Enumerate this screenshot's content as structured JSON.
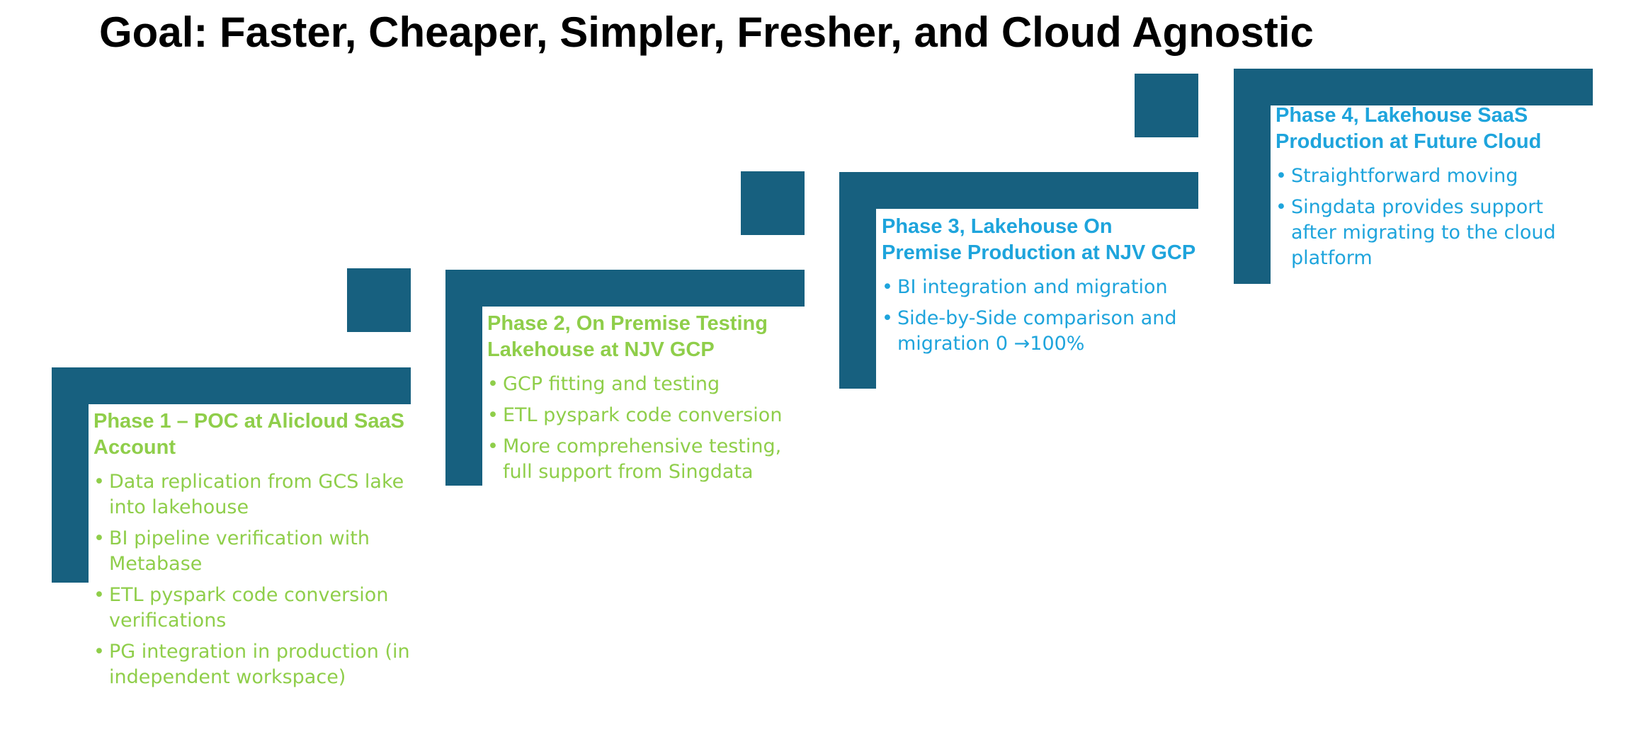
{
  "title": "Goal: Faster, Cheaper, Simpler, Fresher, and Cloud Agnostic",
  "colors": {
    "stair": "#17607f",
    "phase_green": "#8fce4a",
    "phase_blue": "#1ea4dc",
    "title": "#000000"
  },
  "bullet_glyph": "•",
  "phases": [
    {
      "title": "Phase 1 – POC at Alicloud SaaS Account",
      "bullets": [
        "Data replication from GCS lake into lakehouse",
        "BI pipeline verification with Metabase",
        "ETL pyspark code conversion verifications",
        "PG integration in production (in independent workspace)"
      ]
    },
    {
      "title": "Phase 2, On Premise Testing Lakehouse at NJV GCP",
      "bullets": [
        "GCP fitting and testing",
        "ETL pyspark code conversion",
        "More comprehensive testing, full support from Singdata"
      ]
    },
    {
      "title": "Phase 3, Lakehouse On Premise Production at NJV GCP",
      "bullets": [
        "BI integration and migration",
        "Side-by-Side comparison and migration 0 →100%"
      ]
    },
    {
      "title": "Phase 4, Lakehouse SaaS Production at Future Cloud",
      "bullets": [
        "Straightforward moving",
        "Singdata provides support after migrating to the cloud platform"
      ]
    }
  ]
}
